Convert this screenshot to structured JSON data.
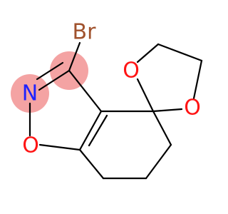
{
  "molecule": {
    "atoms": {
      "bromine": "Br",
      "nitrogen": "N",
      "ring_oxygen": "O",
      "dioxolane_oxygen_1": "O",
      "dioxolane_oxygen_2": "O"
    },
    "colors": {
      "bond": "#000000",
      "carbon_label": "#000000",
      "bromine": "#A0522D",
      "nitrogen": "#1E22FF",
      "oxygen": "#FF1414",
      "highlight": "#F4A3A3"
    }
  }
}
